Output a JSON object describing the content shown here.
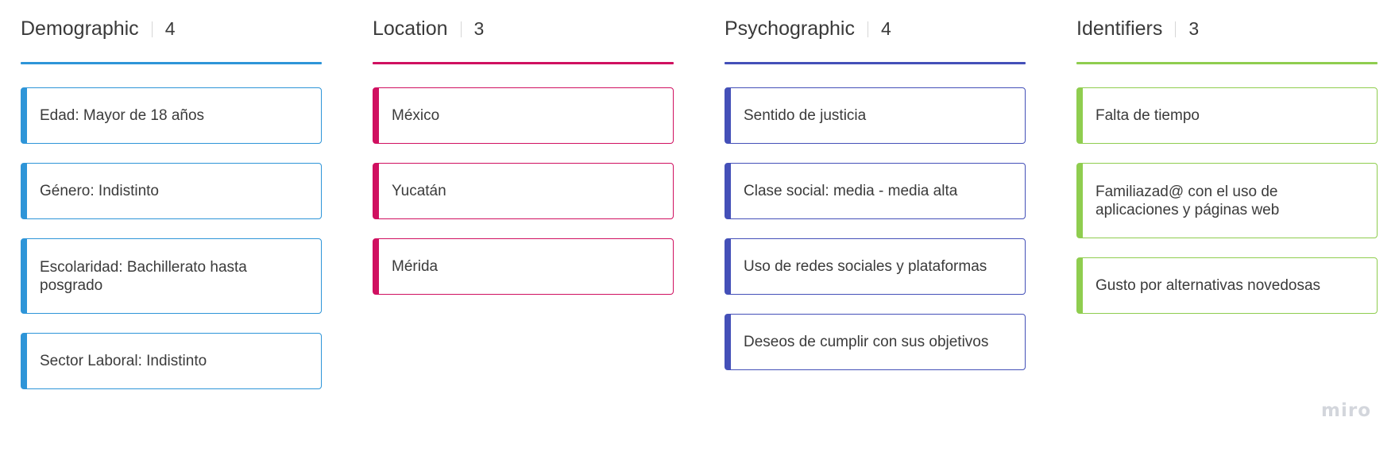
{
  "columns": [
    {
      "title": "Demographic",
      "count": "4",
      "color": "#2e95d8",
      "cards": [
        {
          "text": "Edad: Mayor de 18 años"
        },
        {
          "text": "Género: Indistinto"
        },
        {
          "text": "Escolaridad: Bachillerato hasta posgrado"
        },
        {
          "text": "Sector Laboral: Indistinto"
        }
      ]
    },
    {
      "title": "Location",
      "count": "3",
      "color": "#d01060",
      "cards": [
        {
          "text": "México"
        },
        {
          "text": "Yucatán"
        },
        {
          "text": "Mérida"
        }
      ]
    },
    {
      "title": "Psychographic",
      "count": "4",
      "color": "#4450b8",
      "cards": [
        {
          "text": "Sentido de justicia"
        },
        {
          "text": "Clase social: media - media alta"
        },
        {
          "text": "Uso de redes sociales y plataformas"
        },
        {
          "text": "Deseos de cumplir con sus objetivos"
        }
      ]
    },
    {
      "title": "Identifiers",
      "count": "3",
      "color": "#8fcd4f",
      "cards": [
        {
          "text": "Falta de tiempo"
        },
        {
          "text": "Familiazad@ con el uso de aplicaciones y páginas web"
        },
        {
          "text": "Gusto por alternativas novedosas"
        }
      ]
    }
  ],
  "brand": {
    "logo_text": "miro"
  }
}
